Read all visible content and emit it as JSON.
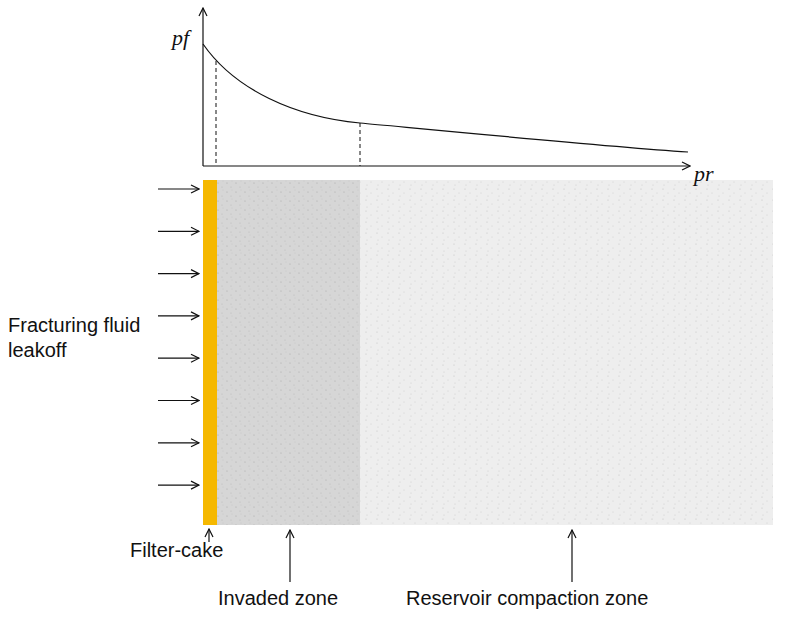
{
  "diagram": {
    "labels": [
      "pf",
      "pr",
      "Fracturing fluid leakoff",
      "Filter-cake",
      "Invaded zone",
      "Reservoir compaction zone"
    ]
  }
}
